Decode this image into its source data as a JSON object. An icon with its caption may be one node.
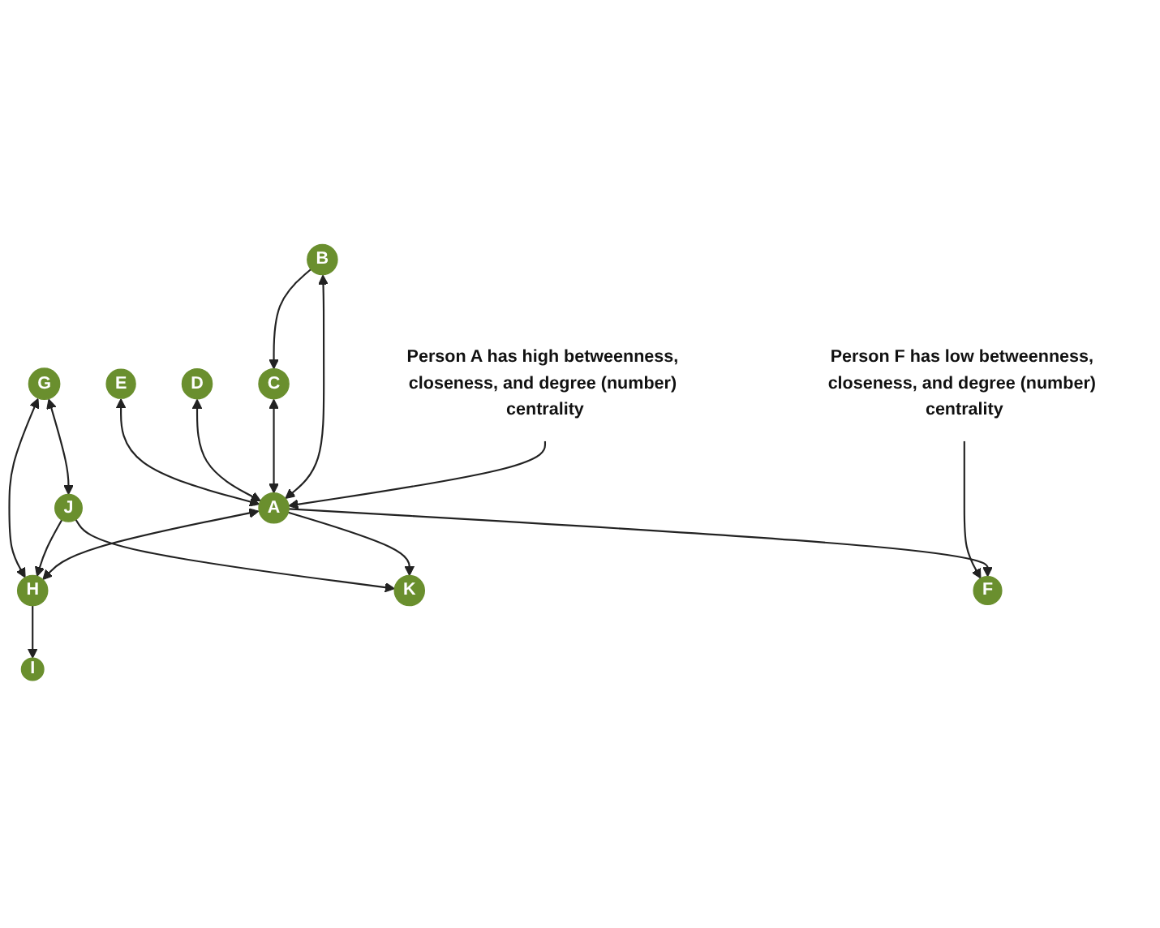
{
  "diagram": {
    "nodes": [
      {
        "text": [
          "Person A has high betweenness, closeness, and degree (number) centrality"
        ]
      },
      {
        "text": [
          "B"
        ]
      },
      {
        "text": [
          "I"
        ]
      },
      {
        "text": [
          "C"
        ]
      },
      {
        "text": [
          "H"
        ]
      },
      {
        "text": [
          "J"
        ]
      },
      {
        "text": [
          "A"
        ]
      },
      {
        "text": [
          "G"
        ]
      },
      {
        "text": [
          "D"
        ]
      },
      {
        "text": [
          "E"
        ]
      },
      {
        "text": [
          "K"
        ]
      },
      {
        "text": [
          "F"
        ]
      },
      {
        "text": [
          "Person F has low betweenness, closeness, and degree (number) centrality"
        ]
      }
    ],
    "edges": [
      {
        "from": 0,
        "to": 6,
        "arrow": "to"
      },
      {
        "from": 1,
        "to": 3,
        "arrow": "to"
      },
      {
        "from": 1,
        "to": 6,
        "arrow": "both"
      },
      {
        "from": 3,
        "to": 6,
        "arrow": "both"
      },
      {
        "from": 8,
        "to": 6,
        "arrow": "both"
      },
      {
        "from": 9,
        "to": 6,
        "arrow": "both"
      },
      {
        "from": 6,
        "to": 11,
        "arrow": "to"
      },
      {
        "from": 6,
        "to": 4,
        "arrow": "both"
      },
      {
        "from": 6,
        "to": 10,
        "arrow": "to"
      },
      {
        "from": 4,
        "to": 2,
        "arrow": "to"
      },
      {
        "from": 5,
        "to": 4,
        "arrow": "to"
      },
      {
        "from": 7,
        "to": 4,
        "arrow": "both"
      },
      {
        "from": 7,
        "to": 5,
        "arrow": "both"
      },
      {
        "from": 5,
        "to": 10,
        "arrow": "to"
      },
      {
        "from": 12,
        "to": 11,
        "arrow": "to"
      }
    ]
  }
}
